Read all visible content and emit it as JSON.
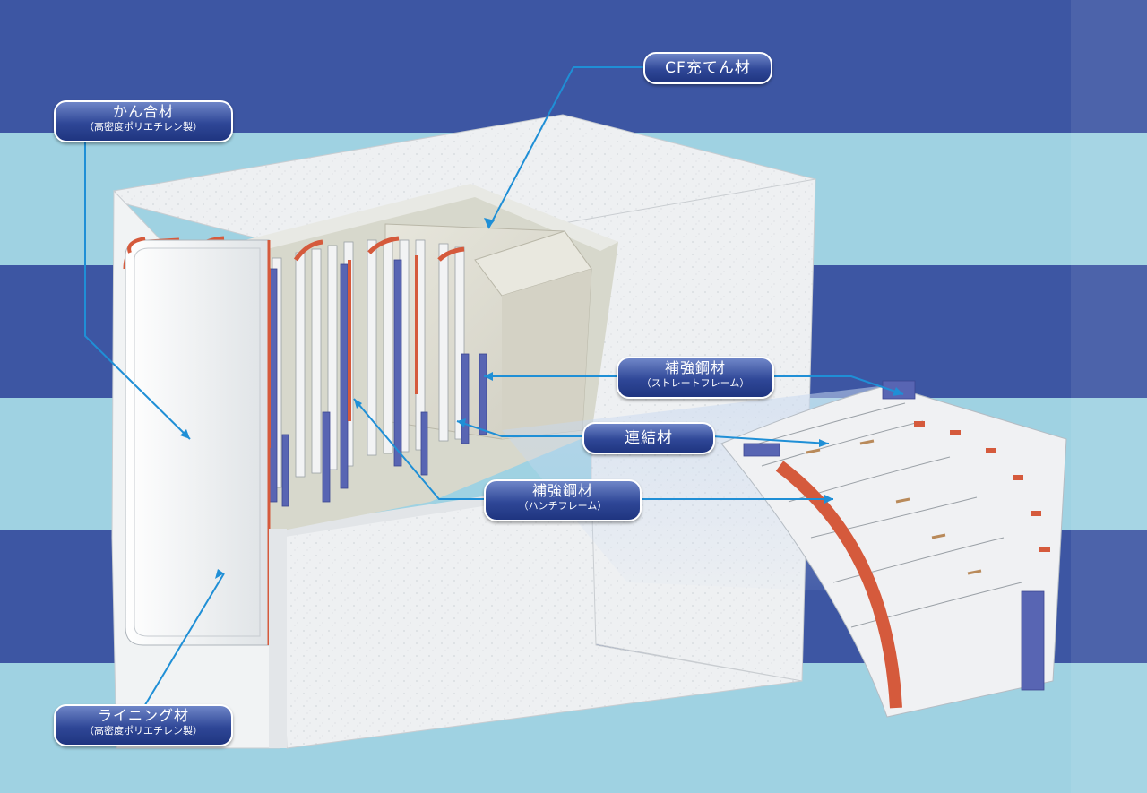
{
  "labels": {
    "cf_filler": {
      "main": "CF充てん材"
    },
    "kangou": {
      "main": "かん合材",
      "sub": "（高密度ポリエチレン製）"
    },
    "reinforce_straight": {
      "main": "補強鋼材",
      "sub": "（ストレートフレーム）"
    },
    "connector": {
      "main": "連結材"
    },
    "reinforce_haunch": {
      "main": "補強鋼材",
      "sub": "（ハンチフレーム）"
    },
    "lining": {
      "main": "ライニング材",
      "sub": "（高密度ポリエチレン製）"
    }
  },
  "colors": {
    "band_dark": "#3d56a3",
    "band_light": "#9fd2e2",
    "concrete": "#eceff1",
    "steel_blue": "#5865b3",
    "orange": "#d55a3c",
    "leader_line": "#1f8fd6",
    "label_bg": "#2f4797"
  }
}
